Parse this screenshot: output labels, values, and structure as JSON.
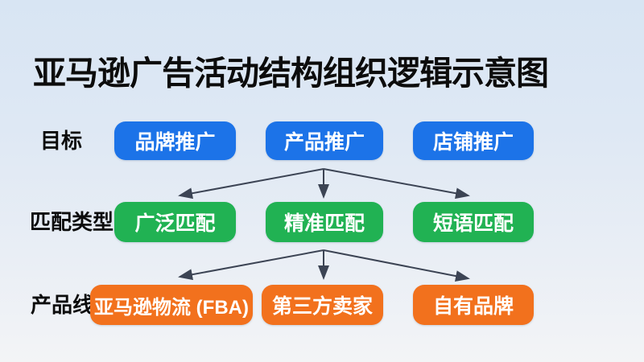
{
  "title": "亚马逊广告活动结构组织逻辑示意图",
  "colors": {
    "level_goal": "#1c73e8",
    "level_match": "#21b253",
    "level_product": "#f2711d",
    "arrow": "#3c4454",
    "background_top": "#d8e5f3",
    "background_bottom": "#f3f4f6",
    "label_text": "#0c0c0c",
    "box_text": "#ffffff"
  },
  "rows": [
    {
      "label": "目标",
      "color": "#1c73e8",
      "nodes": [
        "品牌推广",
        "产品推广",
        "店铺推广"
      ]
    },
    {
      "label": "匹配类型",
      "color": "#21b253",
      "nodes": [
        "广泛匹配",
        "精准匹配",
        "短语匹配"
      ]
    },
    {
      "label": "产品线",
      "color": "#f2711d",
      "nodes": [
        "亚马逊物流 (FBA)",
        "第三方卖家",
        "自有品牌"
      ]
    }
  ],
  "edges": [
    {
      "from": "产品推广",
      "to": "广泛匹配"
    },
    {
      "from": "产品推广",
      "to": "精准匹配"
    },
    {
      "from": "产品推广",
      "to": "短语匹配"
    },
    {
      "from": "精准匹配",
      "to": "亚马逊物流 (FBA)"
    },
    {
      "from": "精准匹配",
      "to": "第三方卖家"
    },
    {
      "from": "精准匹配",
      "to": "自有品牌"
    }
  ]
}
